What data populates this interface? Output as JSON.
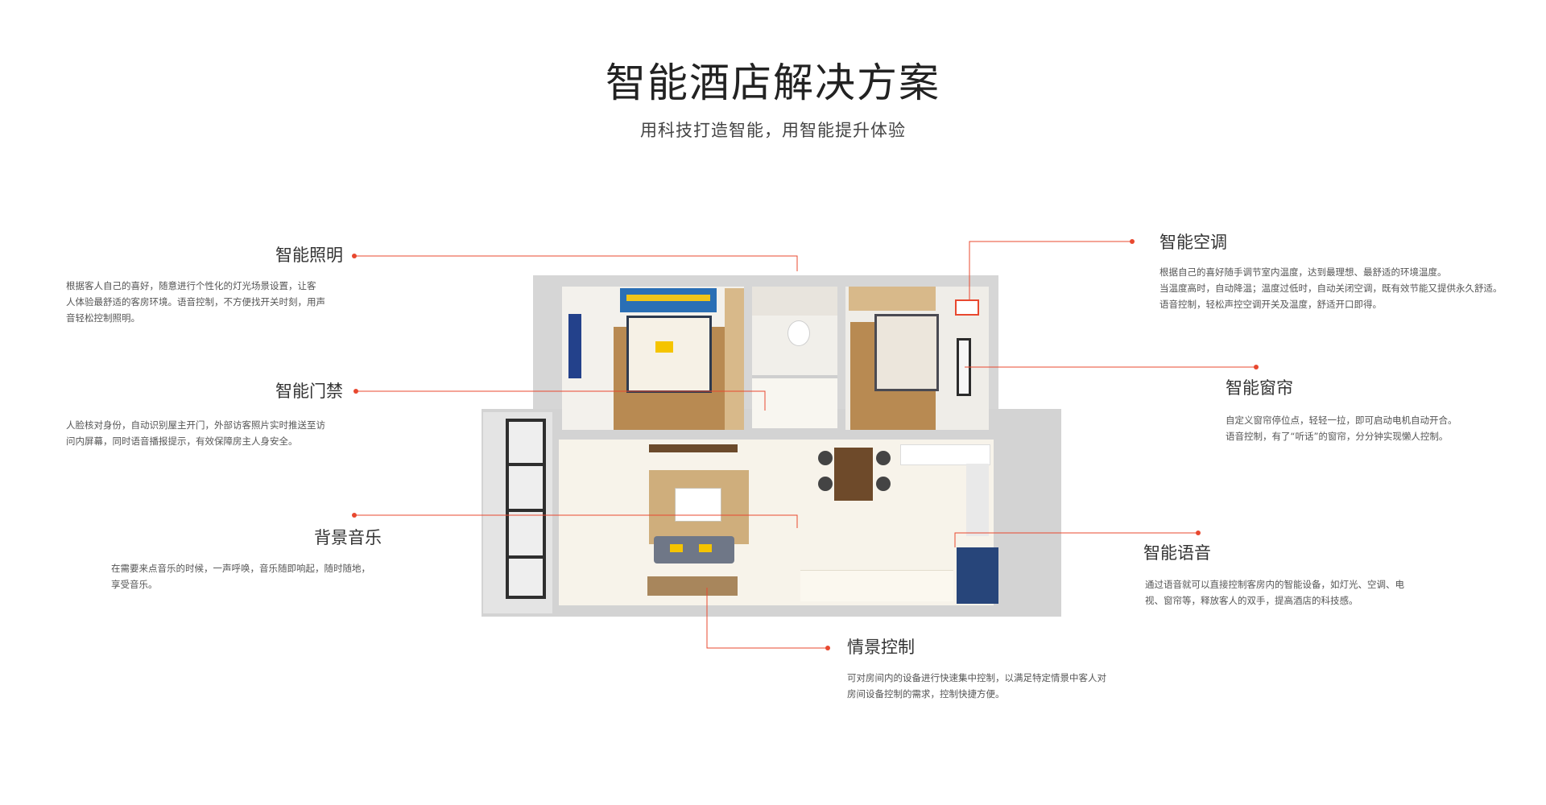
{
  "header": {
    "title": "智能酒店解决方案",
    "subtitle": "用科技打造智能，用智能提升体验"
  },
  "colors": {
    "accent": "#e8482f",
    "wall": "#d9d9d9",
    "floor_wood": "#b88a52",
    "floor_tile": "#efe9dc"
  },
  "features": {
    "lighting": {
      "title": "智能照明",
      "lines": [
        "根据客人自己的喜好，随意进行个性化的灯光场景设置，让客",
        "人体验最舒适的客房环境。语音控制，不方便找开关时刻，用声",
        "音轻松控制照明。"
      ]
    },
    "access": {
      "title": "智能门禁",
      "lines": [
        "人脸核对身份，自动识别屋主开门，外部访客照片实时推送至访",
        "问内屏幕，同时语音播报提示，有效保障房主人身安全。"
      ]
    },
    "music": {
      "title": "背景音乐",
      "lines": [
        "在需要来点音乐的时候，一声呼唤，音乐随即响起，随时随地，",
        "享受音乐。"
      ]
    },
    "scene": {
      "title": "情景控制",
      "lines": [
        "可对房间内的设备进行快速集中控制，以满足特定情景中客人对",
        "房间设备控制的需求，控制快捷方便。"
      ]
    },
    "aircon": {
      "title": "智能空调",
      "lines": [
        "根据自己的喜好随手调节室内温度，达到最理想、最舒适的环境温度。",
        "当温度高时，自动降温；温度过低时，自动关闭空调，既有效节能又提供永久舒适。",
        "语音控制，轻松声控空调开关及温度，舒适开口即得。"
      ]
    },
    "curtain": {
      "title": "智能窗帘",
      "lines": [
        "自定义窗帘停位点，轻轻一拉，即可启动电机自动开合。",
        "语音控制，有了“听话”的窗帘，分分钟实现懒人控制。"
      ]
    },
    "voice": {
      "title": "智能语音",
      "lines": [
        "通过语音就可以直接控制客房内的智能设备，如灯光、空调、电",
        "视、窗帘等，释放客人的双手，提高酒店的科技感。"
      ]
    }
  }
}
